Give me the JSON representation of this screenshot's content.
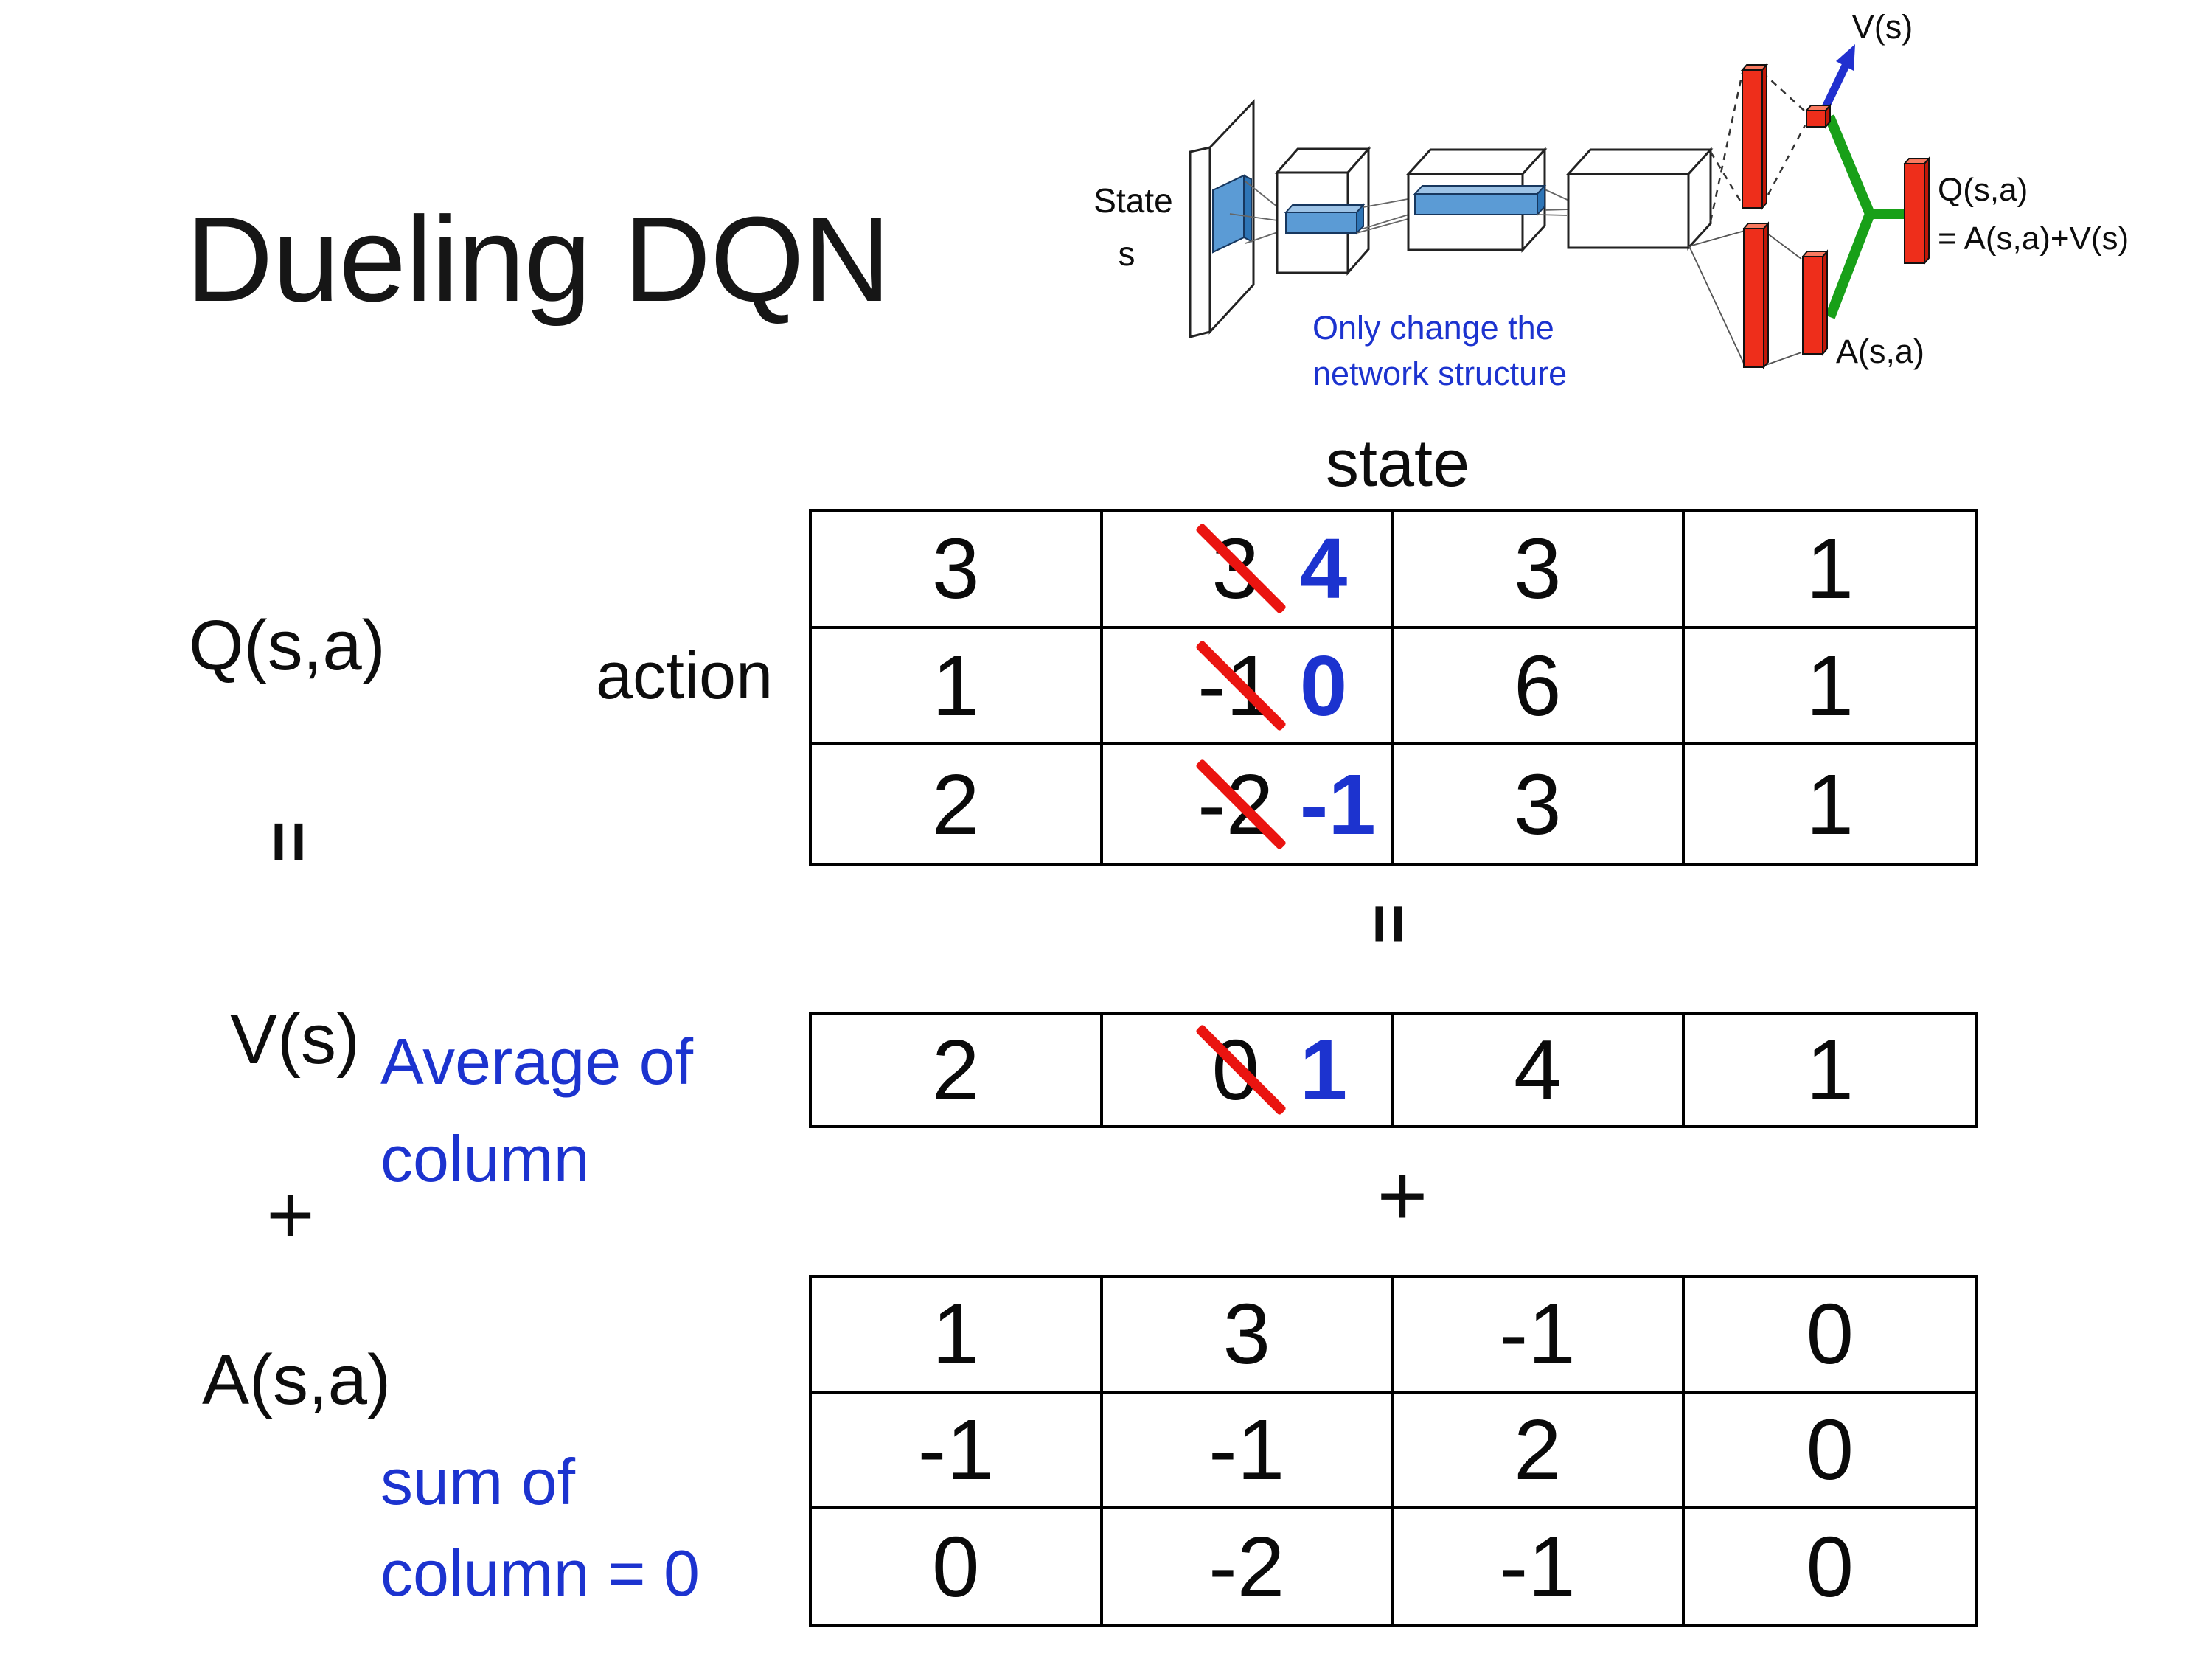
{
  "slide": {
    "title": "Dueling DQN"
  },
  "diagram": {
    "state_line1": "State",
    "state_line2": "s",
    "note_line1": "Only change the",
    "note_line2": "network structure",
    "v_out_label": "V(s)",
    "q_out_line1": "Q(s,a)",
    "q_out_line2": "= A(s,a)+V(s)",
    "a_out_label": "A(s,a)"
  },
  "equation": {
    "q_label": "Q(s,a)",
    "equals": "=",
    "v_label": "V(s)",
    "plus": "+",
    "a_label": "A(s,a)",
    "action_label": "action",
    "state_header": "state",
    "avg_line1": "Average of",
    "avg_line2": "column",
    "sum_line1": "sum of",
    "sum_line2": "column = 0"
  },
  "q_table": {
    "rows": [
      {
        "c0": "3",
        "old": "3",
        "new": "4",
        "c2": "3",
        "c3": "1"
      },
      {
        "c0": "1",
        "old": "-1",
        "new": "0",
        "c2": "6",
        "c3": "1"
      },
      {
        "c0": "2",
        "old": "-2",
        "new": "-1",
        "c2": "3",
        "c3": "1"
      }
    ]
  },
  "v_row": {
    "c0": "2",
    "old": "0",
    "new": "1",
    "c2": "4",
    "c3": "1"
  },
  "a_table": {
    "rows": [
      [
        "1",
        "3",
        "-1",
        "0"
      ],
      [
        "-1",
        "-1",
        "2",
        "0"
      ],
      [
        "0",
        "-2",
        "-1",
        "0"
      ]
    ]
  },
  "colors": {
    "ink_blue": "#1c33cf",
    "strike_red": "#ea1410",
    "bar_red": "#ee2e1b",
    "bar_red_light": "#f97a60",
    "bar_red_dark": "#c01708",
    "link_green": "#18a018",
    "arrow_blue": "#2130cf",
    "filter_blue": "#5b9bd5",
    "filter_blue_light": "#9dc3e6",
    "filter_blue_dark": "#2e75b6"
  }
}
